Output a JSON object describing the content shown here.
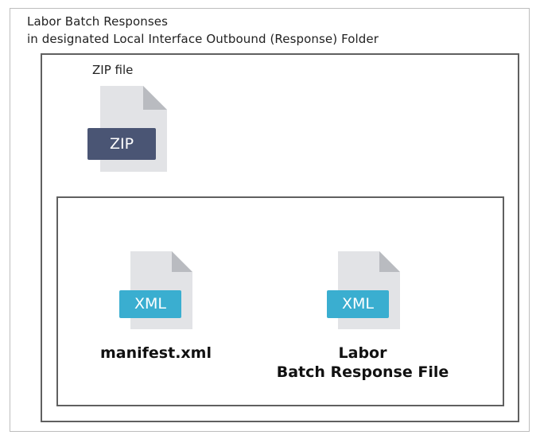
{
  "header": {
    "line1": "Labor Batch Responses",
    "line2": "in designated Local Interface Outbound (Response) Folder"
  },
  "zip": {
    "caption": "ZIP file",
    "badge": "ZIP",
    "icon": "zip-file-icon"
  },
  "files": [
    {
      "badge": "XML",
      "label_line1": "manifest.xml",
      "label_line2": "",
      "icon": "xml-file-icon"
    },
    {
      "badge": "XML",
      "label_line1": "Labor",
      "label_line2": "Batch Response File",
      "icon": "xml-file-icon"
    }
  ],
  "colors": {
    "zip_badge": "#4a5574",
    "xml_badge": "#3aaed0",
    "doc_body": "#e2e3e6",
    "doc_fold": "#b9bbc0"
  }
}
